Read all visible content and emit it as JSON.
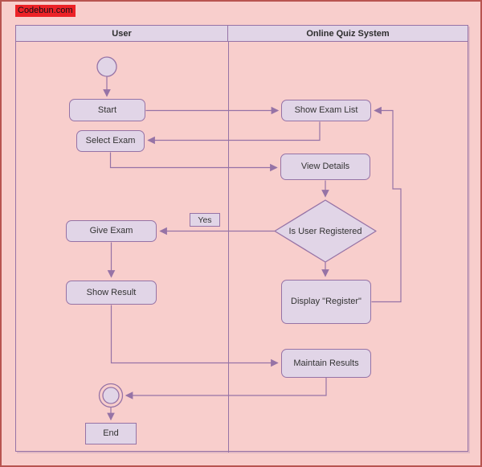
{
  "watermark": "Codebun.com",
  "diagram_type": "activity-diagram",
  "lanes": {
    "user": "User",
    "system": "Online Quiz System"
  },
  "nodes": {
    "start": "Start",
    "show_exam_list": "Show Exam List",
    "select_exam": "Select Exam",
    "view_details": "View Details",
    "is_user_registered": "Is User Registered",
    "give_exam": "Give Exam",
    "show_result": "Show Result",
    "display_register": "Display \"Register\"",
    "maintain_results": "Maintain Results",
    "end": "End"
  },
  "edge_labels": {
    "yes": "Yes"
  },
  "colors": {
    "background": "#f8cecc",
    "frame": "#b85450",
    "node_fill": "#e1d5e7",
    "node_stroke": "#9673a6",
    "connector": "#9673a6",
    "text": "#333333",
    "watermark_bg": "#ec2227"
  }
}
